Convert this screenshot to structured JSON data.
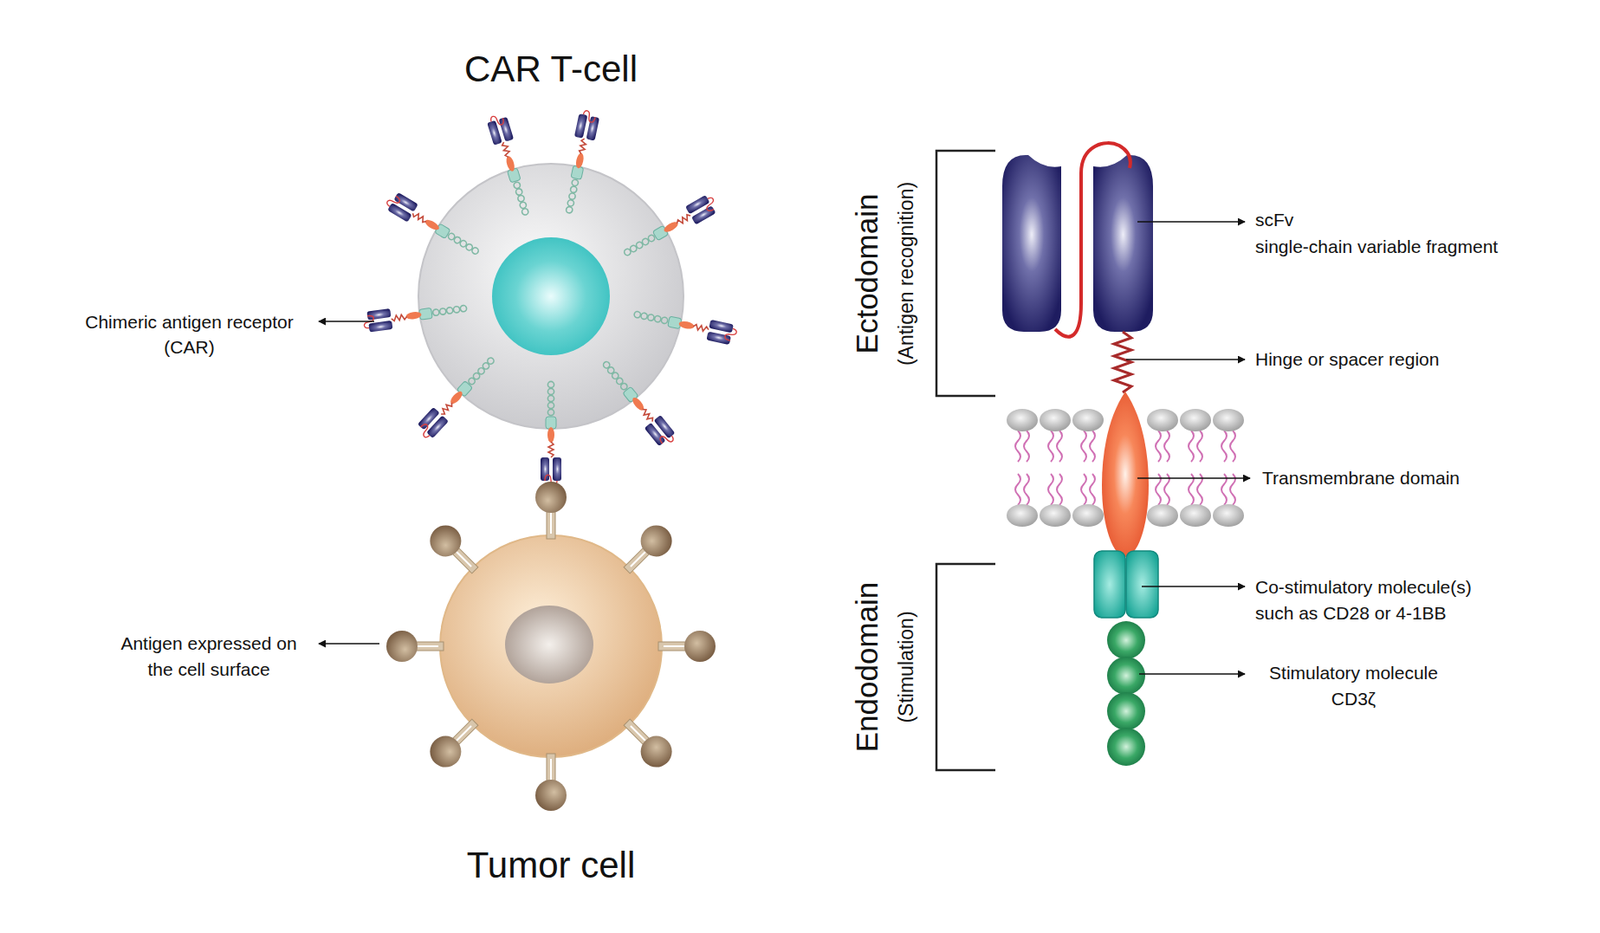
{
  "diagram": {
    "nodes": [
      {
        "text": [
          "CAR T-cell"
        ]
      },
      {
        "text": [
          "Tumor cell"
        ]
      }
    ],
    "labels": [
      "Chimeric antigen receptor (CAR)",
      "Antigen expressed on the cell surface",
      "Ectodomain",
      "(Antigen recognition)",
      "Endodomain",
      "(Stimulation)",
      "scFv",
      "single-chain variable fragment",
      "Hinge or spacer region",
      "Transmembrane domain",
      "Co-stimulatory molecule(s) such as CD28 or 4-1BB",
      "Stimulatory molecule CD3ζ"
    ]
  }
}
